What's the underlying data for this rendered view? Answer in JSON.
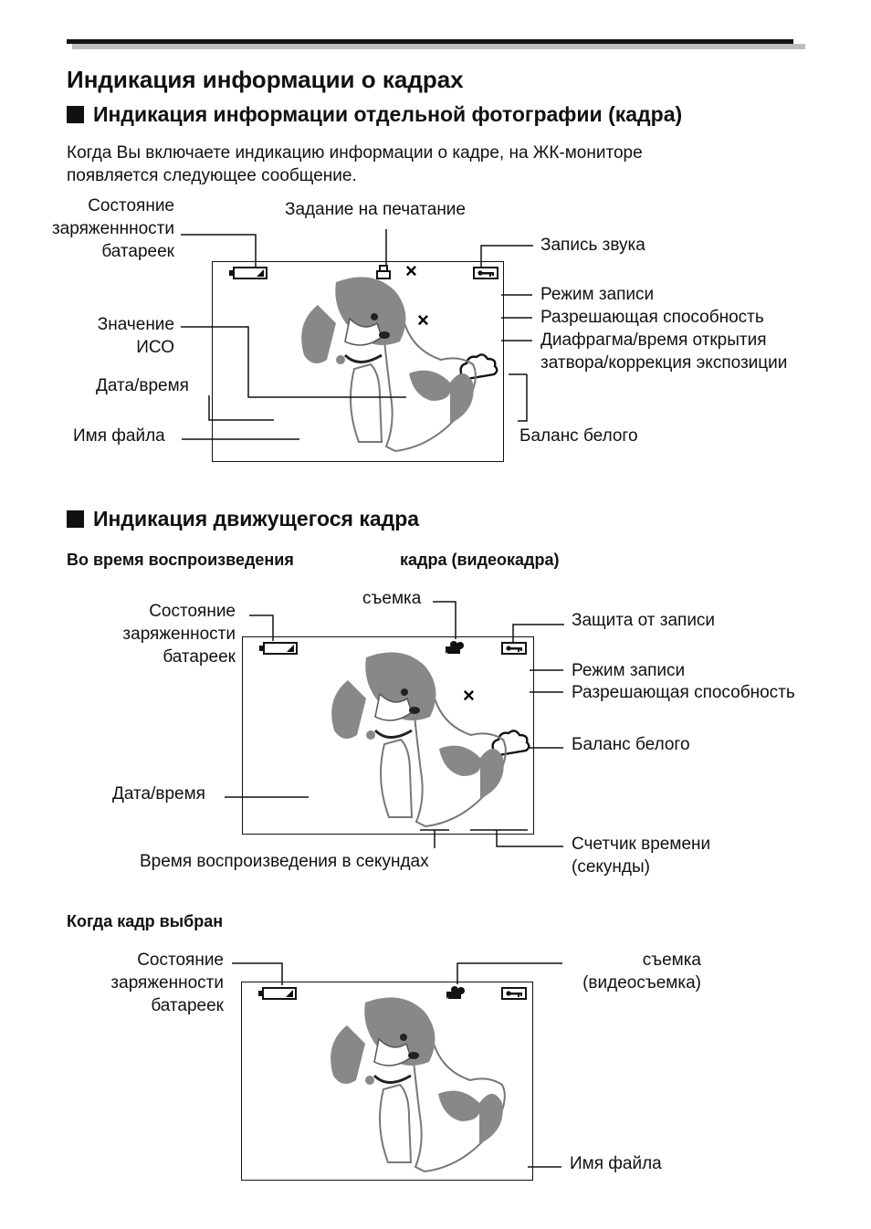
{
  "page": {
    "title": "Индикация информации о кадрах",
    "section1": {
      "heading": "Индикация информации отдельной фотографии (кадра)",
      "intro_line1": "Когда Вы включаете индикацию информации о кадре, на ЖК-мониторе",
      "intro_line2": "появляется следующее сообщение.",
      "labels": {
        "battery": [
          "Состояние",
          "заряженнности",
          "батареек"
        ],
        "print": "Задание на печатание",
        "sound": "Запись звука",
        "mode": "Режим записи",
        "resolution": "Разрешающая способность",
        "aperture": [
          "Диафрагма/время открытия",
          "затвора/коррекция экспозиции"
        ],
        "iso": [
          "Значение",
          "ИСО"
        ],
        "datetime": "Дата/время",
        "filename": "Имя файла",
        "wb": "Баланс белого"
      },
      "screen_symbols": {
        "print_mark": "×",
        "center_mark": "×"
      }
    },
    "section2": {
      "heading": "Индикация движущегося кадра",
      "sub1": {
        "left": "Во время воспроизведения",
        "right": "кадра (видеокадра)",
        "labels": {
          "battery": [
            "Состояние",
            "заряженности",
            "батареек"
          ],
          "shoot": "съемка",
          "protect": "Защита от записи",
          "mode": "Режим записи",
          "resolution": "Разрешающая способность",
          "wb": "Баланс белого",
          "datetime": "Дата/время",
          "playtime": "Время воспроизведения в секундах",
          "counter": [
            "Счетчик времени",
            "(секунды)"
          ]
        },
        "center_mark": "×"
      },
      "sub2": {
        "title": "Когда кадр выбран",
        "labels": {
          "battery": [
            "Состояние",
            "заряженности",
            "батареек"
          ],
          "shoot": [
            "съемка",
            "(видеосъемка)"
          ],
          "filename": "Имя файла"
        }
      }
    }
  },
  "icons": [
    "battery-icon",
    "print-icon",
    "key-icon",
    "cloud-icon",
    "movie-camera-icon",
    "dog-illustration"
  ]
}
